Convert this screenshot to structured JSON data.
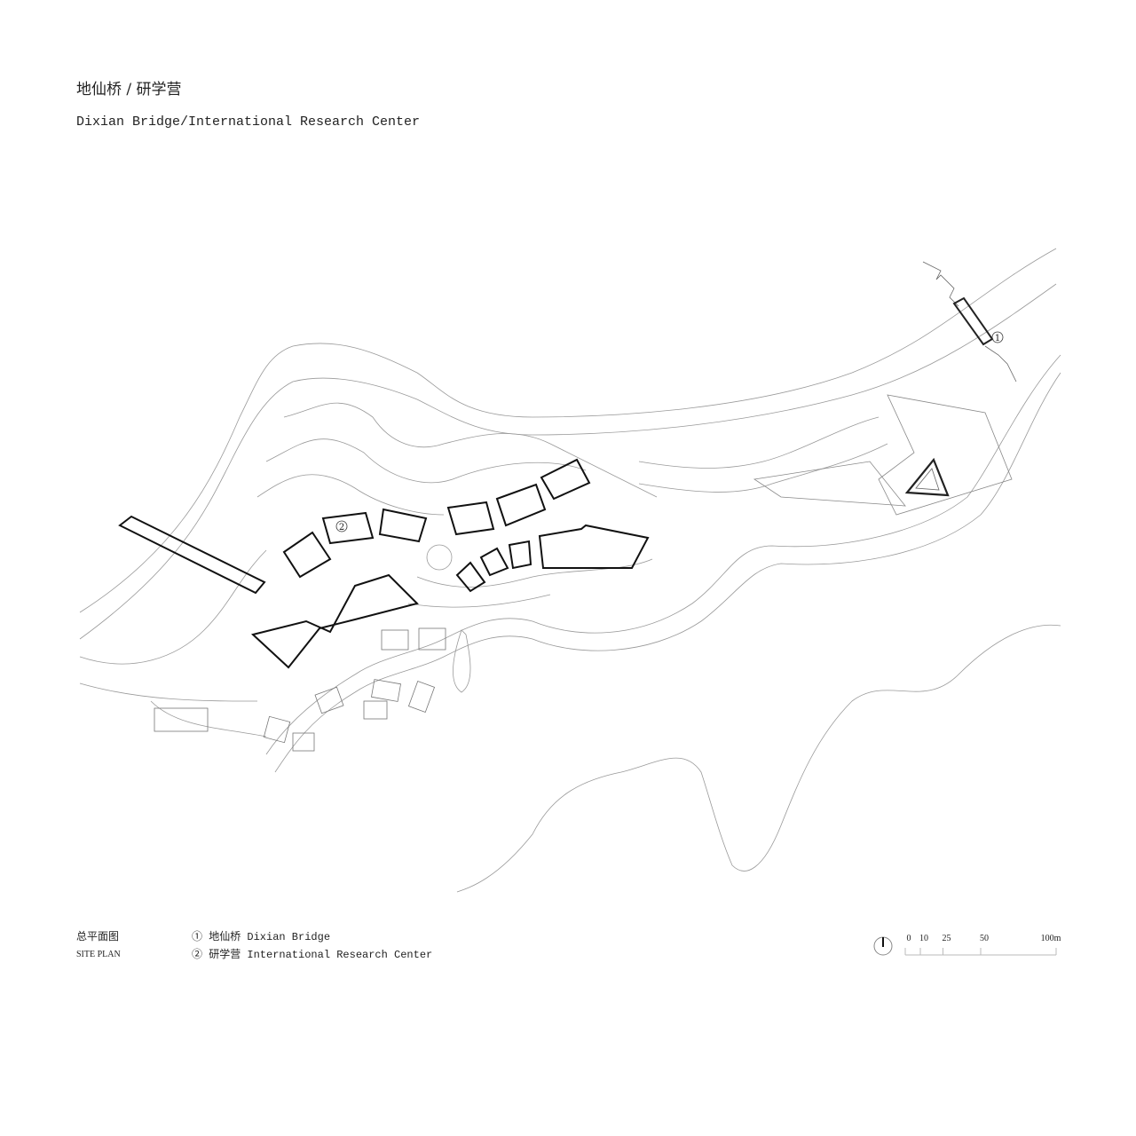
{
  "header": {
    "title_cn": "地仙桥 / 研学营",
    "title_en": "Dixian Bridge/International Research Center"
  },
  "plan": {
    "markers": [
      {
        "symbol": "①",
        "label": "Dixian Bridge"
      },
      {
        "symbol": "②",
        "label": "International Research Center"
      }
    ]
  },
  "legend": {
    "title_cn": "总平面图",
    "title_en": "SITE PLAN",
    "items": [
      {
        "text": "① 地仙桥 Dixian Bridge"
      },
      {
        "text": "② 研学营 International Research Center"
      }
    ]
  },
  "scale_bar": {
    "ticks": [
      {
        "value": 0,
        "label": "0"
      },
      {
        "value": 10,
        "label": "10"
      },
      {
        "value": 25,
        "label": "25"
      },
      {
        "value": 50,
        "label": "50"
      },
      {
        "value": 100,
        "label": "100m"
      }
    ],
    "north_icon": "north-arrow-icon"
  }
}
